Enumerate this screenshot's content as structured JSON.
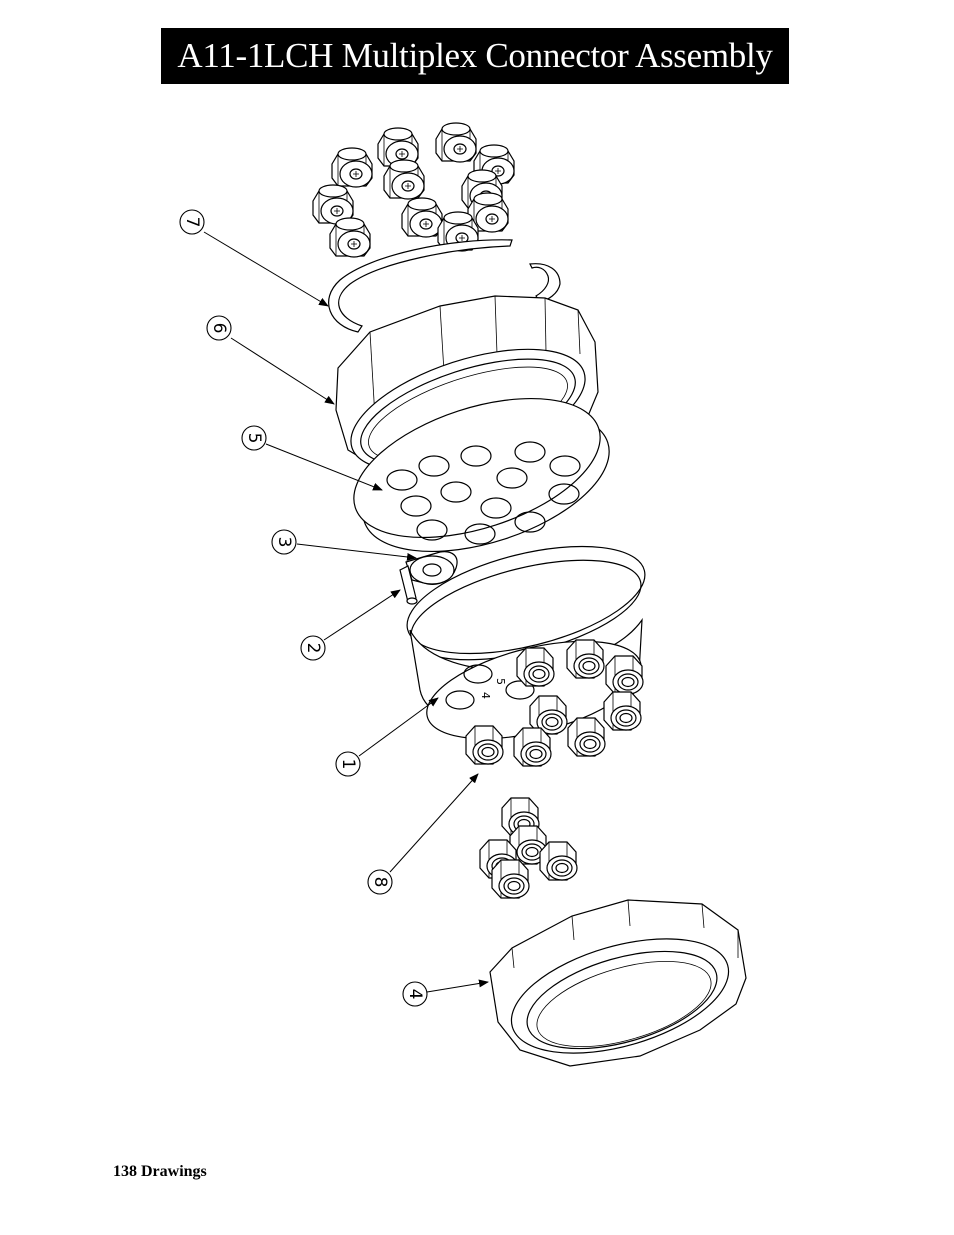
{
  "title": "A11-1LCH Multiplex Connector Assembly",
  "footer": "138  Drawings",
  "drawing_marks": [
    "5",
    "4"
  ],
  "callouts": [
    {
      "label": "7"
    },
    {
      "label": "6"
    },
    {
      "label": "5"
    },
    {
      "label": "3"
    },
    {
      "label": "2"
    },
    {
      "label": "1"
    },
    {
      "label": "8"
    },
    {
      "label": "4"
    }
  ]
}
